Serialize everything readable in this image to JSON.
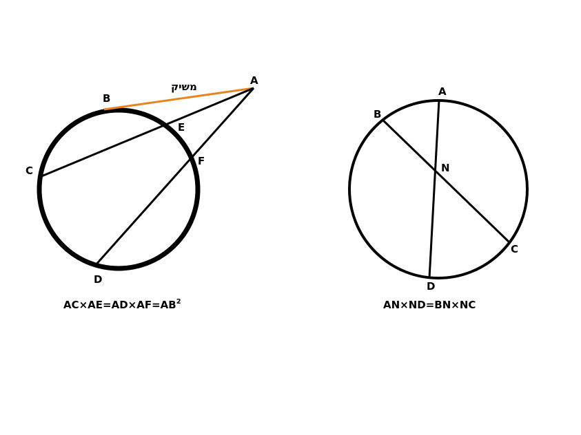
{
  "left_diagram": {
    "points": {
      "A": "A",
      "B": "B",
      "C": "C",
      "D": "D",
      "E": "E",
      "F": "F"
    },
    "tangent_label": "משיק",
    "formula": {
      "main": "AC×AE=AD×AF=AB",
      "exponent": "2"
    }
  },
  "right_diagram": {
    "points": {
      "A": "A",
      "B": "B",
      "C": "C",
      "D": "D",
      "N": "N"
    },
    "formula": "AN×ND=BN×NC"
  },
  "colors": {
    "stroke": "#000000",
    "tangent": "#e8841e",
    "background": "#ffffff"
  }
}
